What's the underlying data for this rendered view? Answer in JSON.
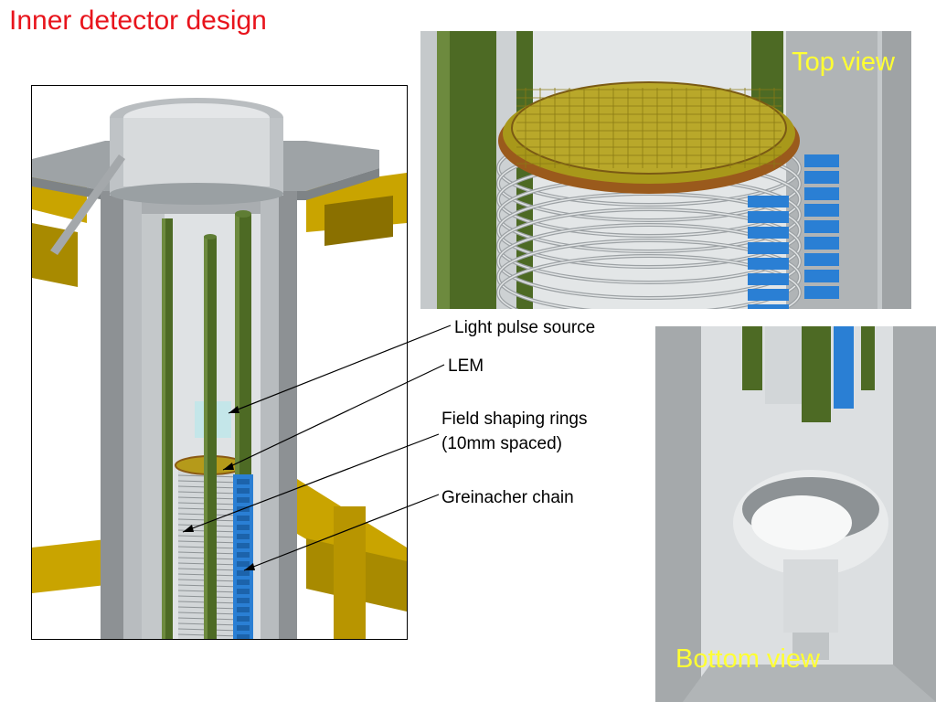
{
  "title": "Inner detector design",
  "views": {
    "top": "Top view",
    "bottom": "Bottom view"
  },
  "callouts": {
    "light_pulse_source": "Light pulse source",
    "lem": "LEM",
    "field_shaping_line1": "Field shaping rings",
    "field_shaping_line2": "(10mm spaced)",
    "greinacher": "Greinacher chain"
  },
  "colors": {
    "title": "#e8141c",
    "view_label": "#ffff33",
    "support_rods": "#4d6a24",
    "greinacher_chain": "#2a7fd4",
    "frame": "#c9a400",
    "lem": "#b59a1a"
  }
}
